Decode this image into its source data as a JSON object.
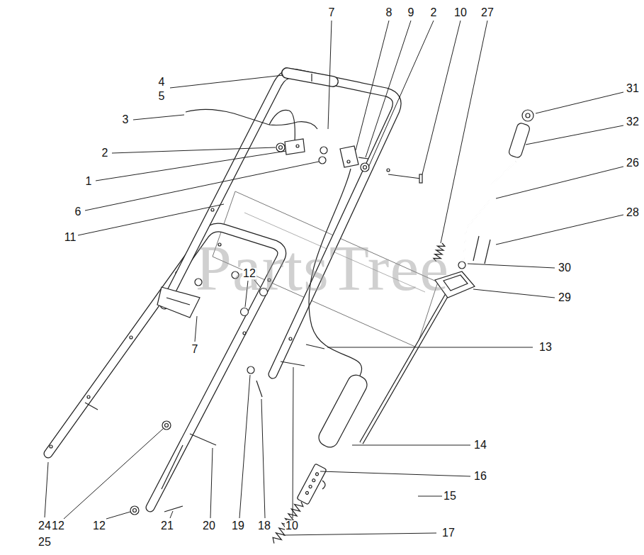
{
  "diagram": {
    "labels": [
      "7",
      "8",
      "9",
      "2",
      "10",
      "27",
      "4",
      "5",
      "31",
      "3",
      "32",
      "2",
      "26",
      "1",
      "6",
      "28",
      "11",
      "30",
      "12",
      "29",
      "13",
      "7",
      "14",
      "16",
      "15",
      "17",
      "24",
      "25",
      "12",
      "12",
      "21",
      "20",
      "19",
      "18",
      "10",
      "PartsTree"
    ]
  }
}
